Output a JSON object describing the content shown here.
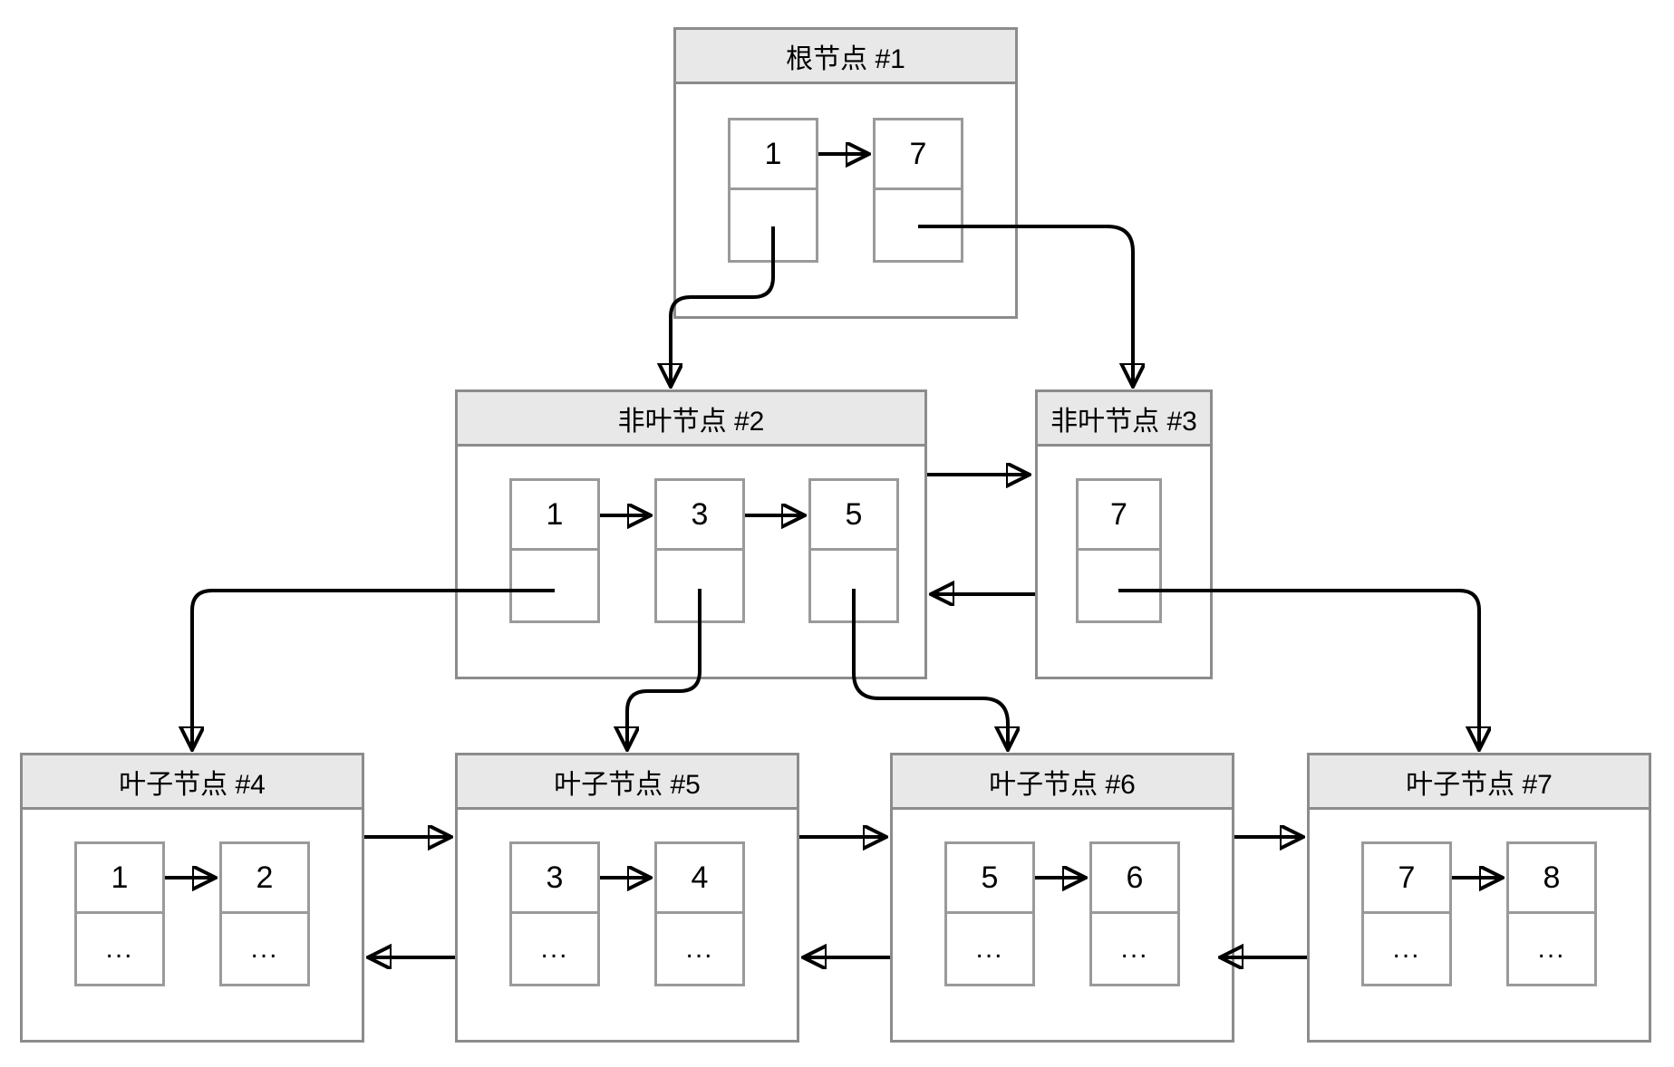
{
  "diagram_type": "b-plus-tree",
  "colors": {
    "node_border": "#8c8c8c",
    "cell_border": "#9a9a9a",
    "title_fill": "#e8e8e8",
    "line": "#000000",
    "canvas_bg": "#ffffff"
  },
  "nodes": {
    "root1": {
      "title": "根节点 #1",
      "cells": [
        {
          "key": "1",
          "ptr": ""
        },
        {
          "key": "7",
          "ptr": ""
        }
      ]
    },
    "nonleaf2": {
      "title": "非叶节点 #2",
      "cells": [
        {
          "key": "1",
          "ptr": ""
        },
        {
          "key": "3",
          "ptr": ""
        },
        {
          "key": "5",
          "ptr": ""
        }
      ]
    },
    "nonleaf3": {
      "title": "非叶节点 #3",
      "cells": [
        {
          "key": "7",
          "ptr": ""
        }
      ]
    },
    "leaf4": {
      "title": "叶子节点 #4",
      "cells": [
        {
          "key": "1",
          "ptr": "..."
        },
        {
          "key": "2",
          "ptr": "..."
        }
      ]
    },
    "leaf5": {
      "title": "叶子节点 #5",
      "cells": [
        {
          "key": "3",
          "ptr": "..."
        },
        {
          "key": "4",
          "ptr": "..."
        }
      ]
    },
    "leaf6": {
      "title": "叶子节点 #6",
      "cells": [
        {
          "key": "5",
          "ptr": "..."
        },
        {
          "key": "6",
          "ptr": "..."
        }
      ]
    },
    "leaf7": {
      "title": "叶子节点 #7",
      "cells": [
        {
          "key": "7",
          "ptr": "..."
        },
        {
          "key": "8",
          "ptr": "..."
        }
      ]
    }
  }
}
